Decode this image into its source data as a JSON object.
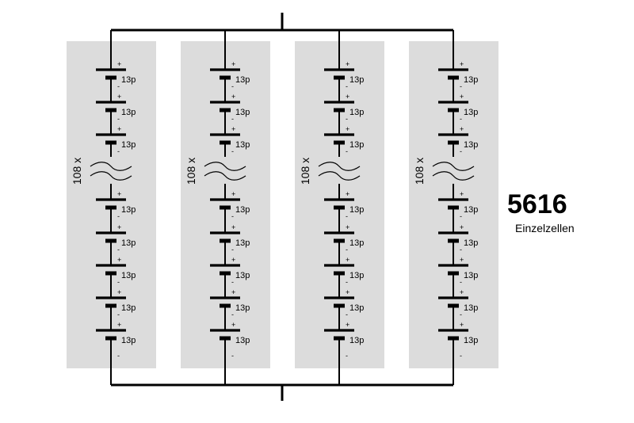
{
  "diagram": {
    "strings": [
      {
        "count_label": "108 x"
      },
      {
        "count_label": "108 x"
      },
      {
        "count_label": "108 x"
      },
      {
        "count_label": "108 x"
      }
    ],
    "cell_label": "13p",
    "plus_sign": "+",
    "minus_sign": "-",
    "upper_cells_per_string": 3,
    "lower_cells_per_string": 5,
    "colors": {
      "panel": "#dcdcdc",
      "wire": "#000000"
    }
  },
  "total": {
    "count": "5616",
    "label": "Einzelzellen"
  }
}
